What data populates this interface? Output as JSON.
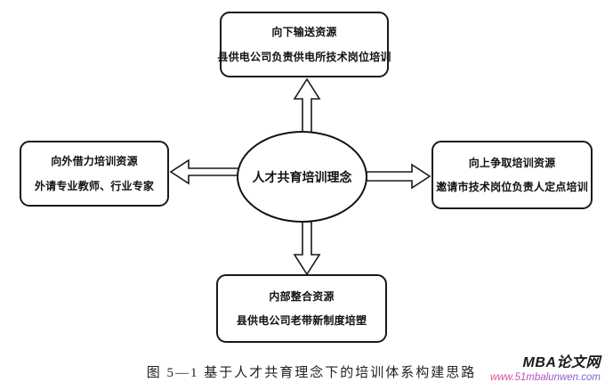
{
  "diagram": {
    "center": {
      "label": "人才共育培训理念"
    },
    "nodes": {
      "top": {
        "title": "向下输送资源",
        "desc": "县供电公司负责供电所技术岗位培训"
      },
      "left": {
        "title": "向外借力培训资源",
        "desc": "外请专业教师、行业专家"
      },
      "right": {
        "title": "向上争取培训资源",
        "desc": "邀请市技术岗位负责人定点培训"
      },
      "bottom": {
        "title": "内部整合资源",
        "desc": "县供电公司老带新制度培塑"
      }
    },
    "arrows": [
      "up",
      "left",
      "right",
      "down"
    ]
  },
  "caption": "图 5—1 基于人才共育理念下的培训体系构建思路",
  "watermark": {
    "site_name": "MBA论文网",
    "url": "www.51mbalunwen.com"
  },
  "colors": {
    "line": "#1a1a1a",
    "background": "#ffffff",
    "url_gradient_start": "#e8449b",
    "url_gradient_mid": "#a050c8",
    "url_gradient_end": "#5f6fd8"
  }
}
